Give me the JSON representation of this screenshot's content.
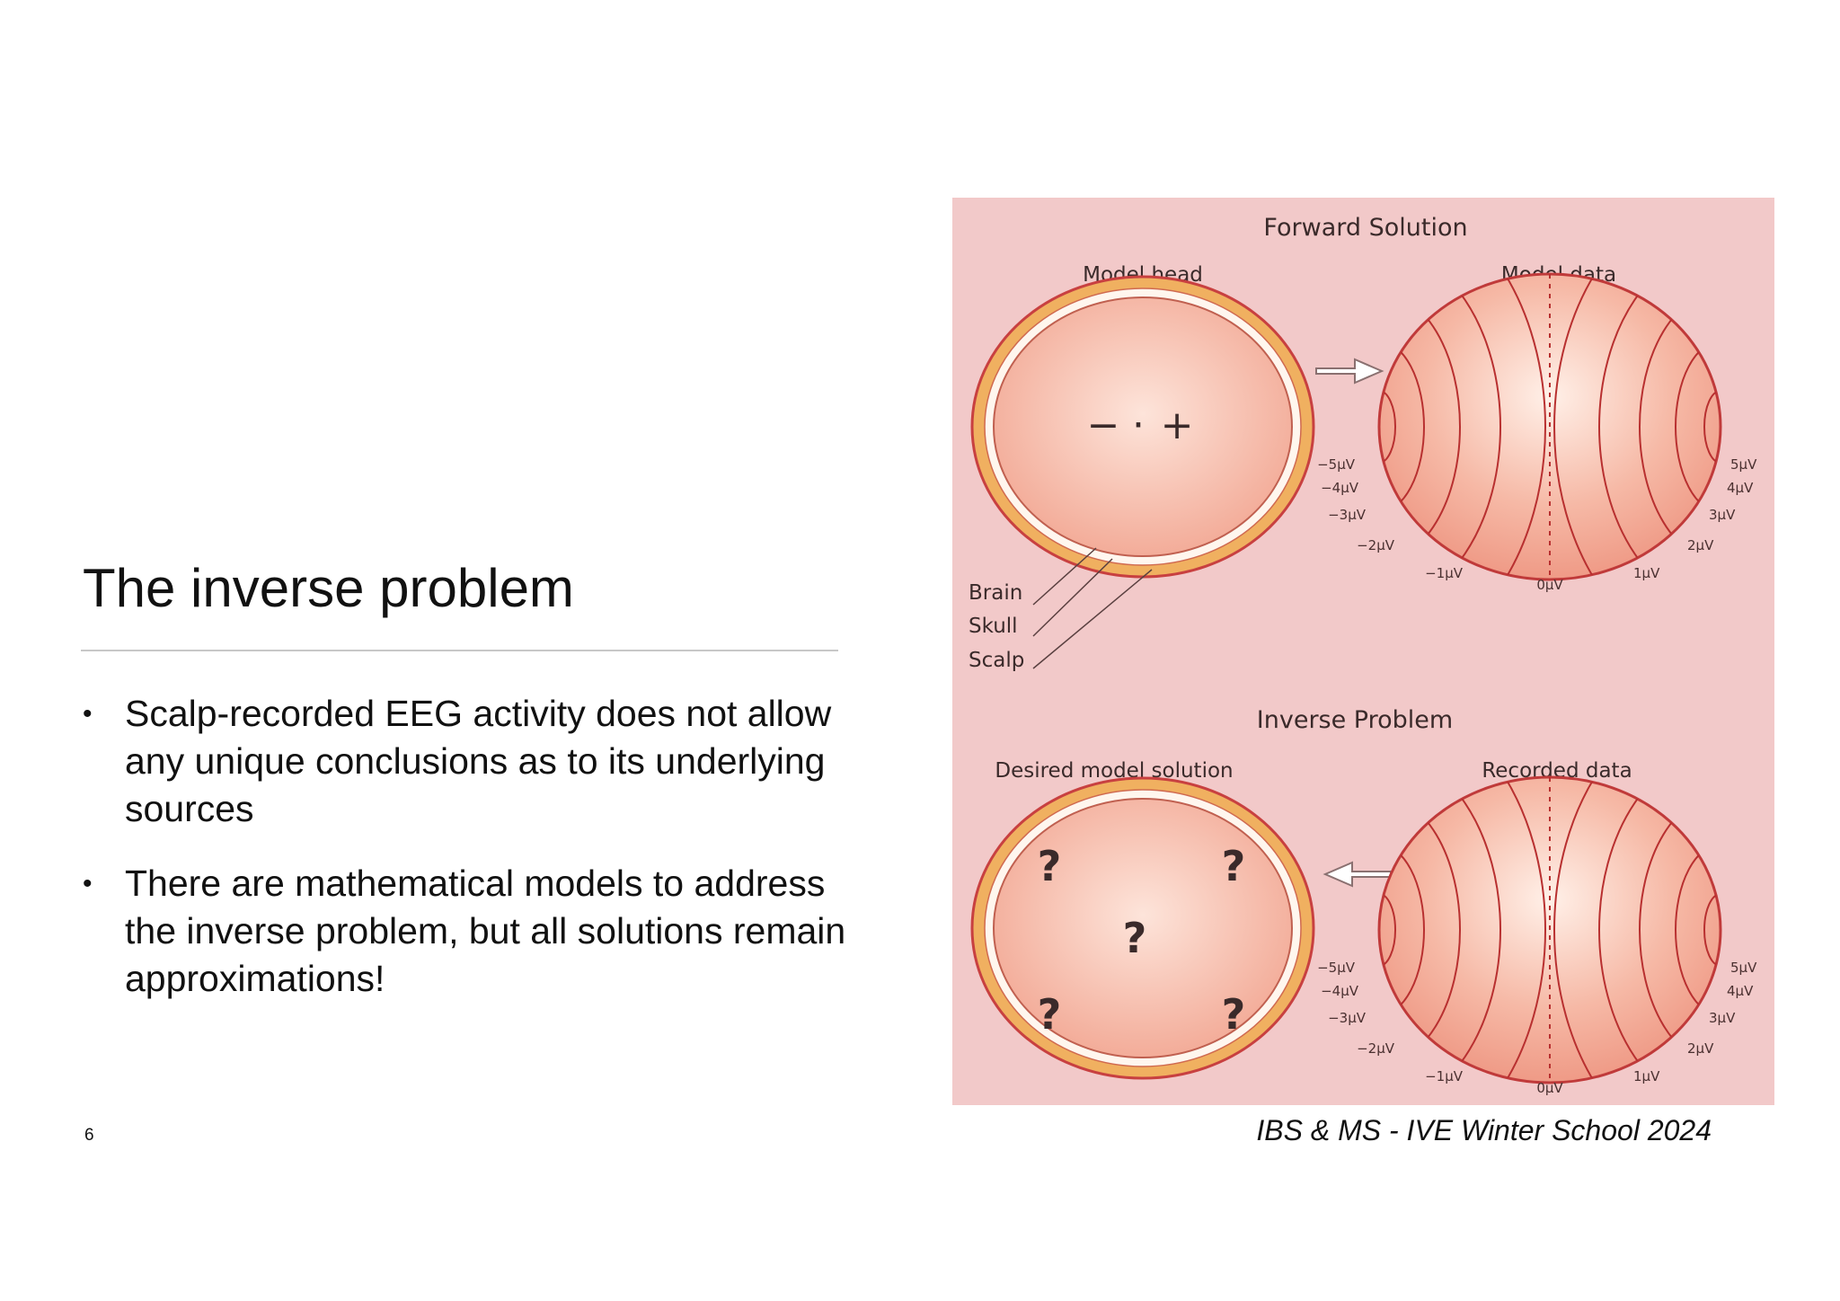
{
  "slide": {
    "title": "The inverse problem",
    "bullets": [
      "Scalp-recorded EEG activity does not allow any unique conclusions as to its underlying sources",
      "There are mathematical models to address the inverse problem, but all solutions remain approximations!"
    ],
    "bullet_icon": "bullet-dot",
    "page_number": "6",
    "footer": "IBS & MS - IVE Winter School 2024"
  },
  "figure": {
    "forward_heading": "Forward Solution",
    "model_head_label": "Model head",
    "model_data_label": "Model data",
    "dipole_minus": "−",
    "dipole_dot": "·",
    "dipole_plus": "+",
    "brain_label": "Brain",
    "skull_label": "Skull",
    "scalp_label": "Scalp",
    "inverse_heading": "Inverse Problem",
    "desired_solution_label": "Desired model solution",
    "recorded_data_label": "Recorded data",
    "unknown_mark": "?",
    "potentials_left": [
      "−5μV",
      "−4μV",
      "−3μV",
      "−2μV",
      "−1μV"
    ],
    "potential_zero": "0μV",
    "potentials_right": [
      "1μV",
      "2μV",
      "3μV",
      "4μV",
      "5μV"
    ],
    "colors": {
      "background": "#f2c9c9",
      "scalp_ring": "#f0b060",
      "skull_ring": "#fff6ee",
      "head_fill": "#f6b6a3",
      "isoline": "#b83030"
    }
  }
}
